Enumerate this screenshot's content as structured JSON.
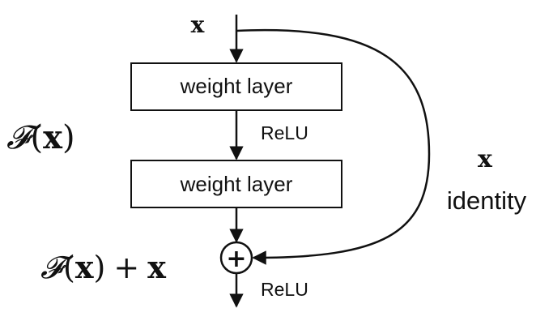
{
  "diagram": {
    "input_label": "x",
    "layers": [
      {
        "label": "weight layer"
      },
      {
        "label": "weight layer"
      }
    ],
    "activations": {
      "middle": "ReLU",
      "output": "ReLU"
    },
    "residual_function": {
      "symbol": "𝓕",
      "open_paren": "(",
      "var": "x",
      "close_paren": ")"
    },
    "sum_expression": {
      "symbol": "𝓕",
      "open_paren": "(",
      "var": "x",
      "close_paren": ")",
      "plus": "+",
      "var2": "x"
    },
    "shortcut": {
      "var": "x",
      "label": "identity"
    },
    "sum_node": {
      "glyph": "+"
    }
  }
}
